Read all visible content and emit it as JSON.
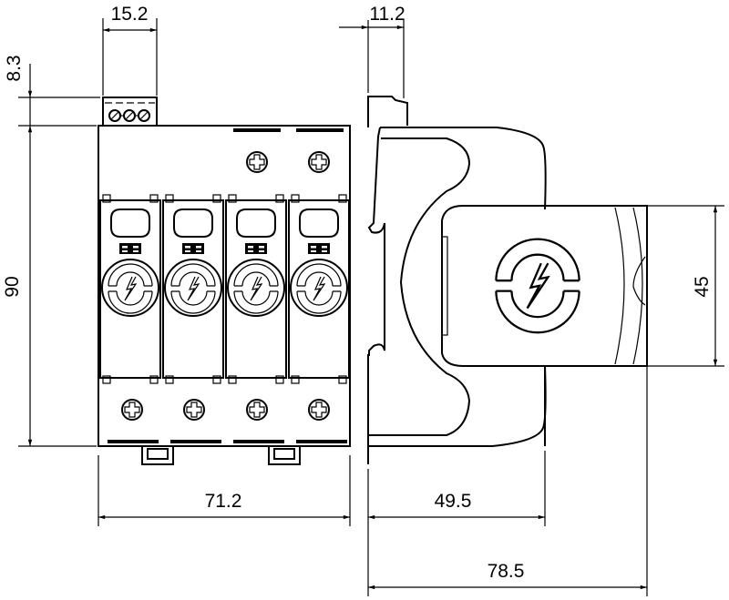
{
  "dimensions": {
    "terminal_width": "15.2",
    "terminal_height": "8.3",
    "body_height": "90",
    "body_width": "71.2",
    "rail_offset": "11.2",
    "housing_depth": "49.5",
    "total_depth": "78.5",
    "module_height": "45"
  },
  "module_count": 4,
  "colors": {
    "line": "#000000",
    "background": "#ffffff"
  }
}
